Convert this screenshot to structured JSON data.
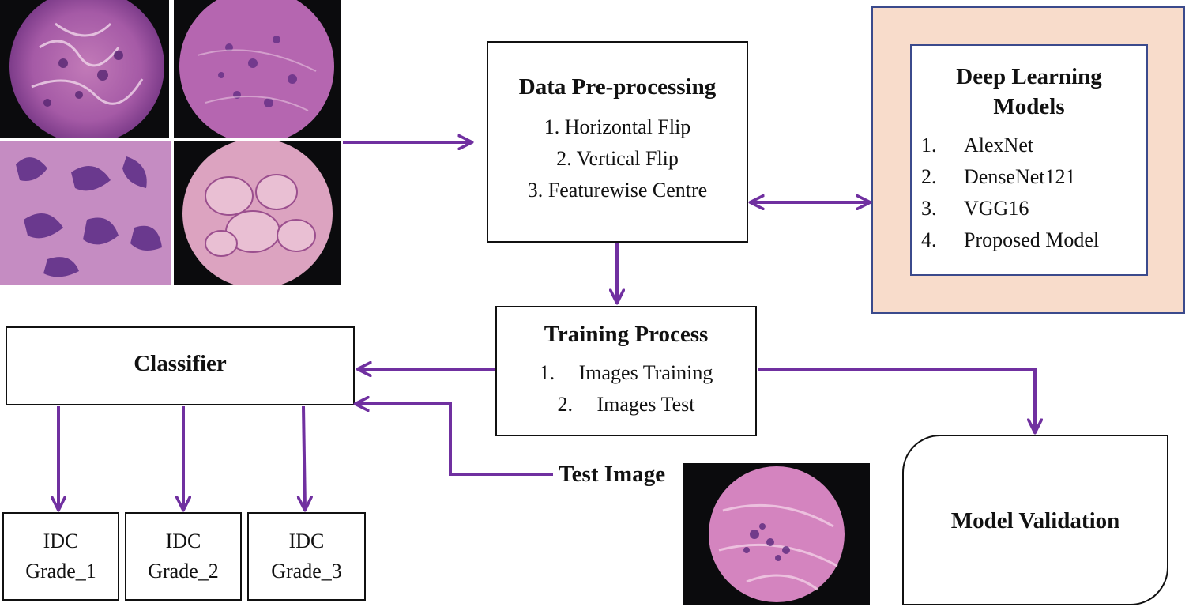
{
  "preprocessing": {
    "title": "Data Pre-processing",
    "items": [
      "1. Horizontal Flip",
      "2. Vertical Flip",
      "3. Featurewise Centre"
    ]
  },
  "deep_learning": {
    "title_line1": "Deep Learning",
    "title_line2": "Models",
    "items": [
      {
        "num": "1.",
        "label": "AlexNet"
      },
      {
        "num": "2.",
        "label": "DenseNet121"
      },
      {
        "num": "3.",
        "label": "VGG16"
      },
      {
        "num": "4.",
        "label": "Proposed Model"
      }
    ]
  },
  "training": {
    "title": "Training Process",
    "items": [
      {
        "num": "1.",
        "label": "Images Training"
      },
      {
        "num": "2.",
        "label": "Images Test"
      }
    ]
  },
  "classifier": {
    "title": "Classifier"
  },
  "test_image": {
    "label": "Test Image"
  },
  "validation": {
    "title": "Model Validation"
  },
  "grades": [
    {
      "line1": "IDC",
      "line2": "Grade_1"
    },
    {
      "line1": "IDC",
      "line2": "Grade_2"
    },
    {
      "line1": "IDC",
      "line2": "Grade_3"
    }
  ],
  "colors": {
    "arrow": "#7030a0",
    "model_outer_fill": "#f8dccb",
    "model_outer_border": "#3b4a8c",
    "stain_pink": "#d67fc0",
    "stain_purple": "#5a2a7e"
  }
}
